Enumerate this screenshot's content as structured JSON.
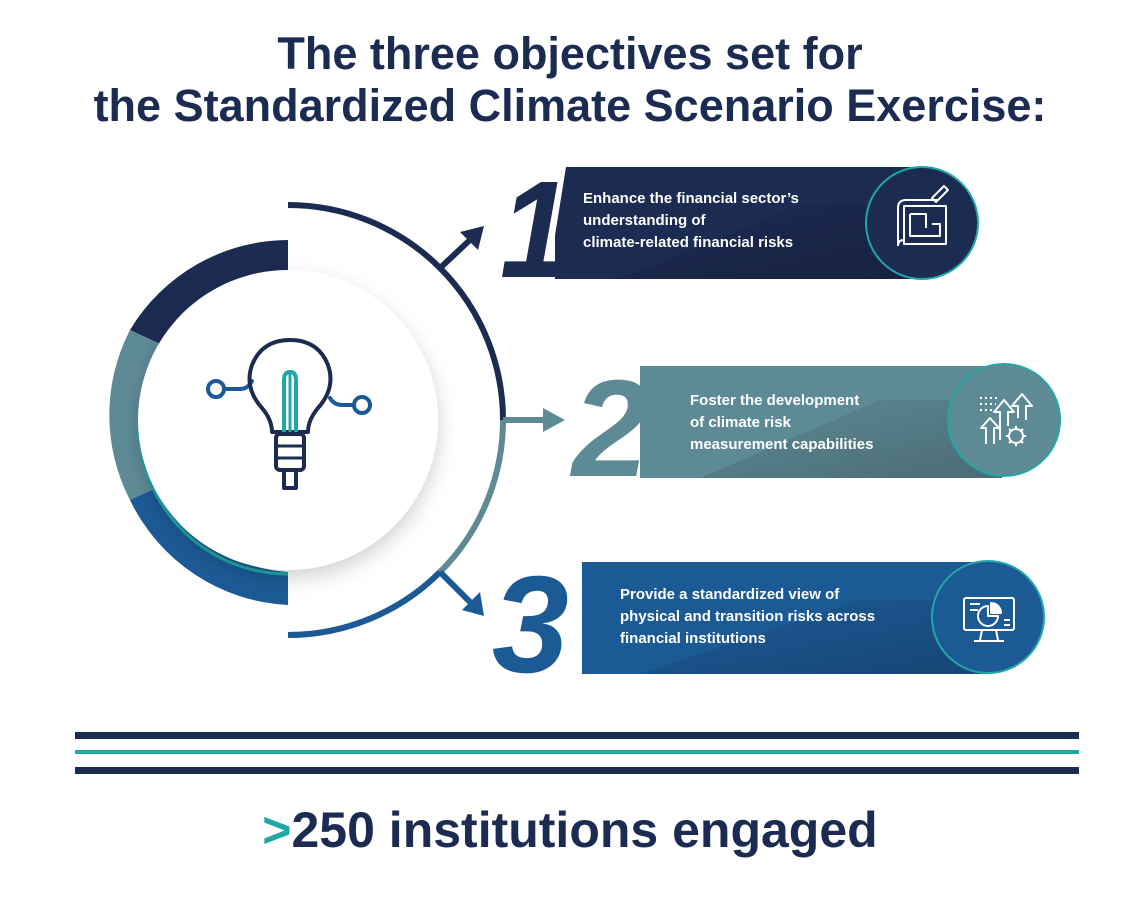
{
  "title": {
    "line1": "The three objectives set for",
    "line2": "the Standardized Climate Scenario Exercise:"
  },
  "objectives": [
    {
      "number": "1",
      "lines": [
        "Enhance the financial sector’s",
        "understanding of",
        "climate-related financial risks"
      ],
      "icon": "blueprint-icon",
      "color": "#1c2b52"
    },
    {
      "number": "2",
      "lines": [
        "Foster the development",
        "of climate risk",
        "measurement capabilities"
      ],
      "icon": "growth-gears-icon",
      "color": "#5e8a96"
    },
    {
      "number": "3",
      "lines": [
        "Provide a standardized view of",
        "physical and transition risks across",
        "financial institutions"
      ],
      "icon": "monitor-chart-icon",
      "color": "#1c5a96"
    }
  ],
  "center_icon": "lightbulb-icon",
  "colors": {
    "navy": "#1c2b52",
    "slate": "#5e8a96",
    "blue": "#1c5a96",
    "teal": "#1fa8a5"
  },
  "footer": {
    "chevron": ">",
    "text": "250 institutions engaged"
  }
}
